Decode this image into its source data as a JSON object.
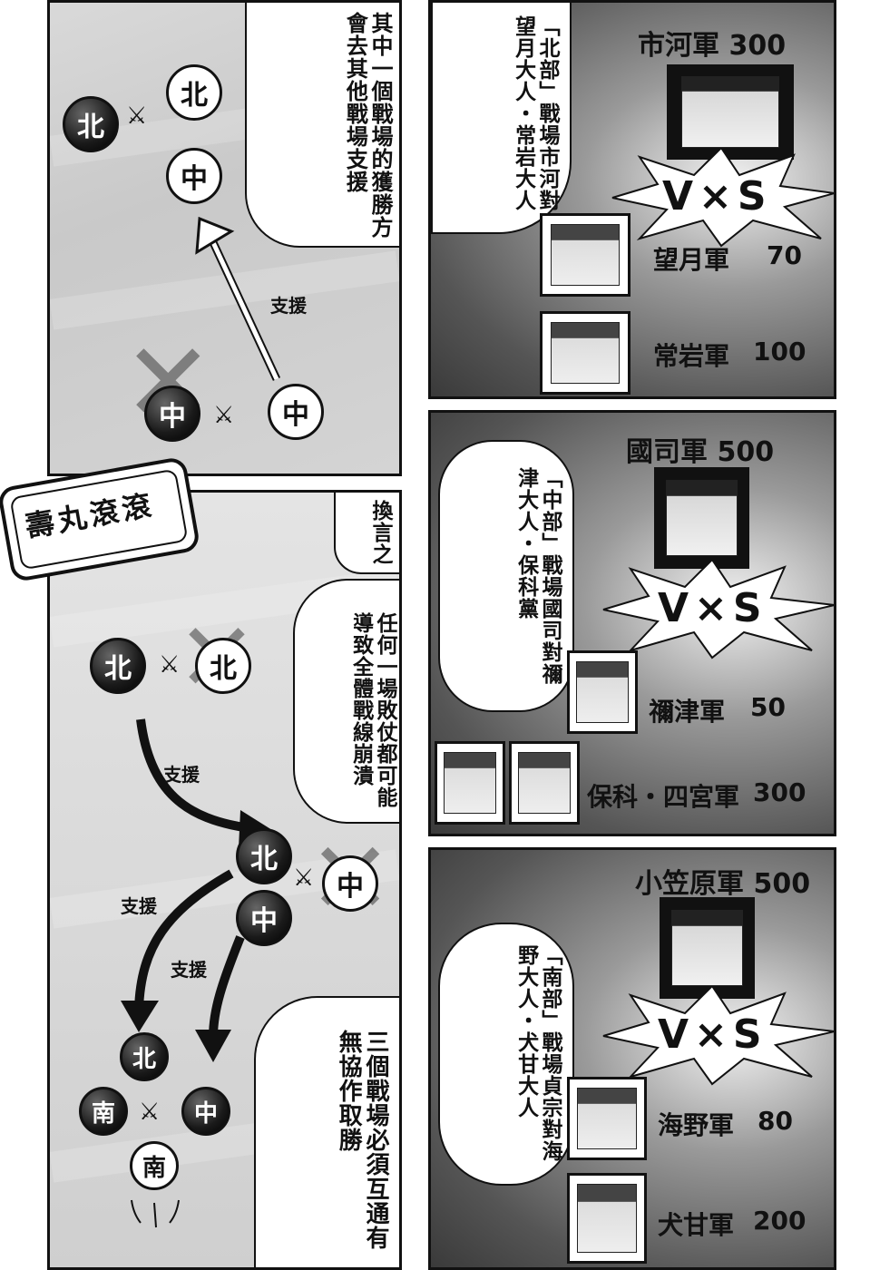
{
  "top_left": {
    "bubble_text": "其中一個戰場的獲勝方會去其他戰場支援",
    "support_label": "支援",
    "token_north": "北",
    "token_center": "中"
  },
  "stamp": {
    "text": "壽丸滾滾"
  },
  "bottom_left": {
    "bubble1_text": "換言之",
    "bubble2_text": "任何一場敗仗都可能導致全體戰線崩潰",
    "bubble3_text": "三個戰場必須互通有無協作取勝",
    "support_label": "支援",
    "token_north": "北",
    "token_center": "中",
    "token_south": "南"
  },
  "north_front": {
    "bubble_text": "「北部」戰場市河對望月大人・常岩大人",
    "title": "市河軍 300",
    "vs": "V×S",
    "armies": [
      {
        "name": "望月軍",
        "count": "70"
      },
      {
        "name": "常岩軍",
        "count": "100"
      }
    ]
  },
  "center_front": {
    "bubble_text": "「中部」戰場國司對禰津大人・保科黨",
    "title": "國司軍 500",
    "vs": "V×S",
    "armies": [
      {
        "name": "禰津軍",
        "count": "50"
      },
      {
        "name": "保科・四宮軍",
        "count": "300"
      }
    ]
  },
  "south_front": {
    "bubble_text": "「南部」戰場貞宗對海野大人・犬甘大人",
    "title": "小笠原軍 500",
    "vs": "V×S",
    "armies": [
      {
        "name": "海野軍",
        "count": "80"
      },
      {
        "name": "犬甘軍",
        "count": "200"
      }
    ]
  }
}
